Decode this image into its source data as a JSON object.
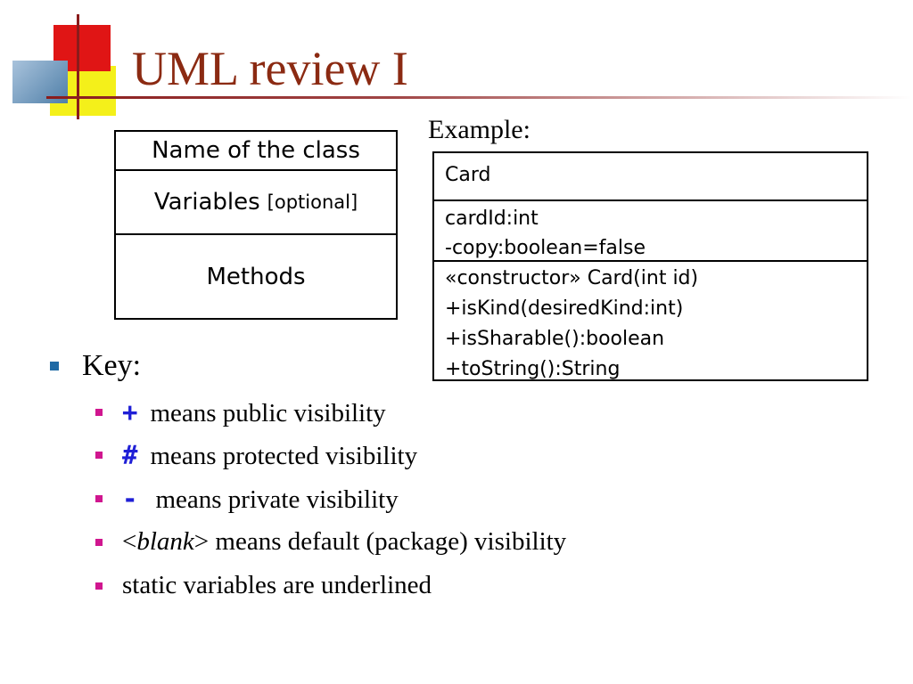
{
  "slide": {
    "title": "UML review I",
    "example_label": "Example:"
  },
  "generic_class": {
    "name": "Name of the class",
    "variables": "Variables",
    "variables_note": "[optional]",
    "methods": "Methods"
  },
  "example_class": {
    "name": "Card",
    "variables": [
      "cardId:int",
      "-copy:boolean=false"
    ],
    "methods": [
      "«constructor» Card(int id)",
      "+isKind(desiredKind:int)",
      "+isSharable():boolean",
      "+toString():String"
    ]
  },
  "key": {
    "label": "Key:",
    "items": [
      {
        "symbol": "+",
        "text": "means public visibility"
      },
      {
        "symbol": "#",
        "text": "means protected visibility"
      },
      {
        "symbol": "-",
        "text": "means private visibility"
      },
      {
        "open": "<",
        "blank": "blank",
        "close": ">",
        "text": " means default (package) visibility"
      },
      {
        "text": "static variables are underlined"
      }
    ]
  },
  "colors": {
    "title": "#8b2a12",
    "symbol": "#1f1fd6",
    "bullet_main": "#1f6aa5",
    "bullet_sub": "#d0168f"
  }
}
